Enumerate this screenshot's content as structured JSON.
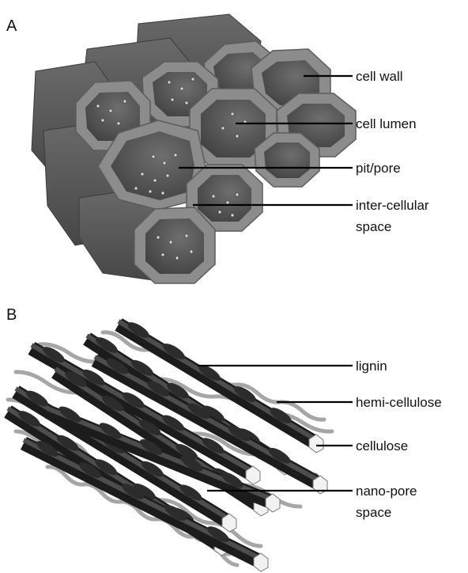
{
  "panels": [
    {
      "letter": "A",
      "labels": [
        {
          "text": "cell wall"
        },
        {
          "text": "cell lumen"
        },
        {
          "text": "pit/pore"
        },
        {
          "text": "inter-cellular",
          "line2": "space"
        }
      ]
    },
    {
      "letter": "B",
      "labels": [
        {
          "text": "lignin"
        },
        {
          "text": "hemi-cellulose"
        },
        {
          "text": "cellulose"
        },
        {
          "text": "nano-pore",
          "line2": "space"
        }
      ]
    }
  ],
  "colors": {
    "tube_body": "#5a5a5a",
    "tube_wall": "#8c8c8c",
    "lumen": "#4a4a4a",
    "lignin": "#2c2c2c",
    "hemicellulose": "#a6a6a6",
    "cellulose_face": "#f2f2f2"
  }
}
